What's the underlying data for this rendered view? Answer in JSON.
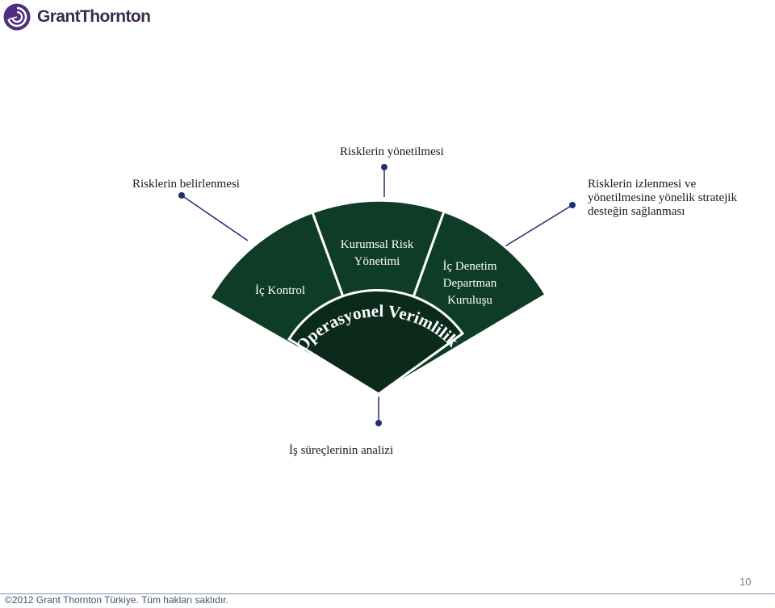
{
  "brand": {
    "name": "GrantThornton",
    "logo_icon": "grant-thornton-swirl-icon",
    "color": "#4f2d7f"
  },
  "diagram": {
    "fill_color": "#0e3c26",
    "center_color": "#0b2a1c",
    "stroke_color": "#ffffff",
    "segments": {
      "left": "İç Kontrol",
      "middle_line1": "Kurumsal Risk",
      "middle_line2": "Yönetimi",
      "right_line1": "İç Denetim",
      "right_line2": "Departman",
      "right_line3": "Kuruluşu"
    },
    "arc_label": "Operasyonel Verimlilik"
  },
  "callouts": {
    "top": "Risklerin yönetilmesi",
    "left": "Risklerin belirlenmesi",
    "right_line1": "Risklerin izlenmesi ve",
    "right_line2": "yönetilmesine yönelik stratejik",
    "right_line3": "desteğin sağlanması",
    "bottom": "İş süreçlerinin analizi"
  },
  "callout_color": "#1f2f6e",
  "footer": {
    "copyright": "©2012 Grant Thornton Türkiye. Tüm hakları saklıdır.",
    "page_number": "10"
  }
}
